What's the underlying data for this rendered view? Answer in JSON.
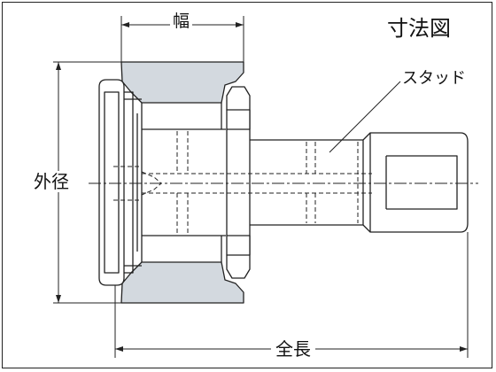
{
  "title": "寸法図",
  "labels": {
    "width": "幅",
    "outer_diameter": "外径",
    "overall_length": "全長",
    "stud": "スタッド"
  },
  "colors": {
    "outer_ring_fill": "#d3d9df",
    "line": "#222222",
    "background": "#ffffff"
  }
}
